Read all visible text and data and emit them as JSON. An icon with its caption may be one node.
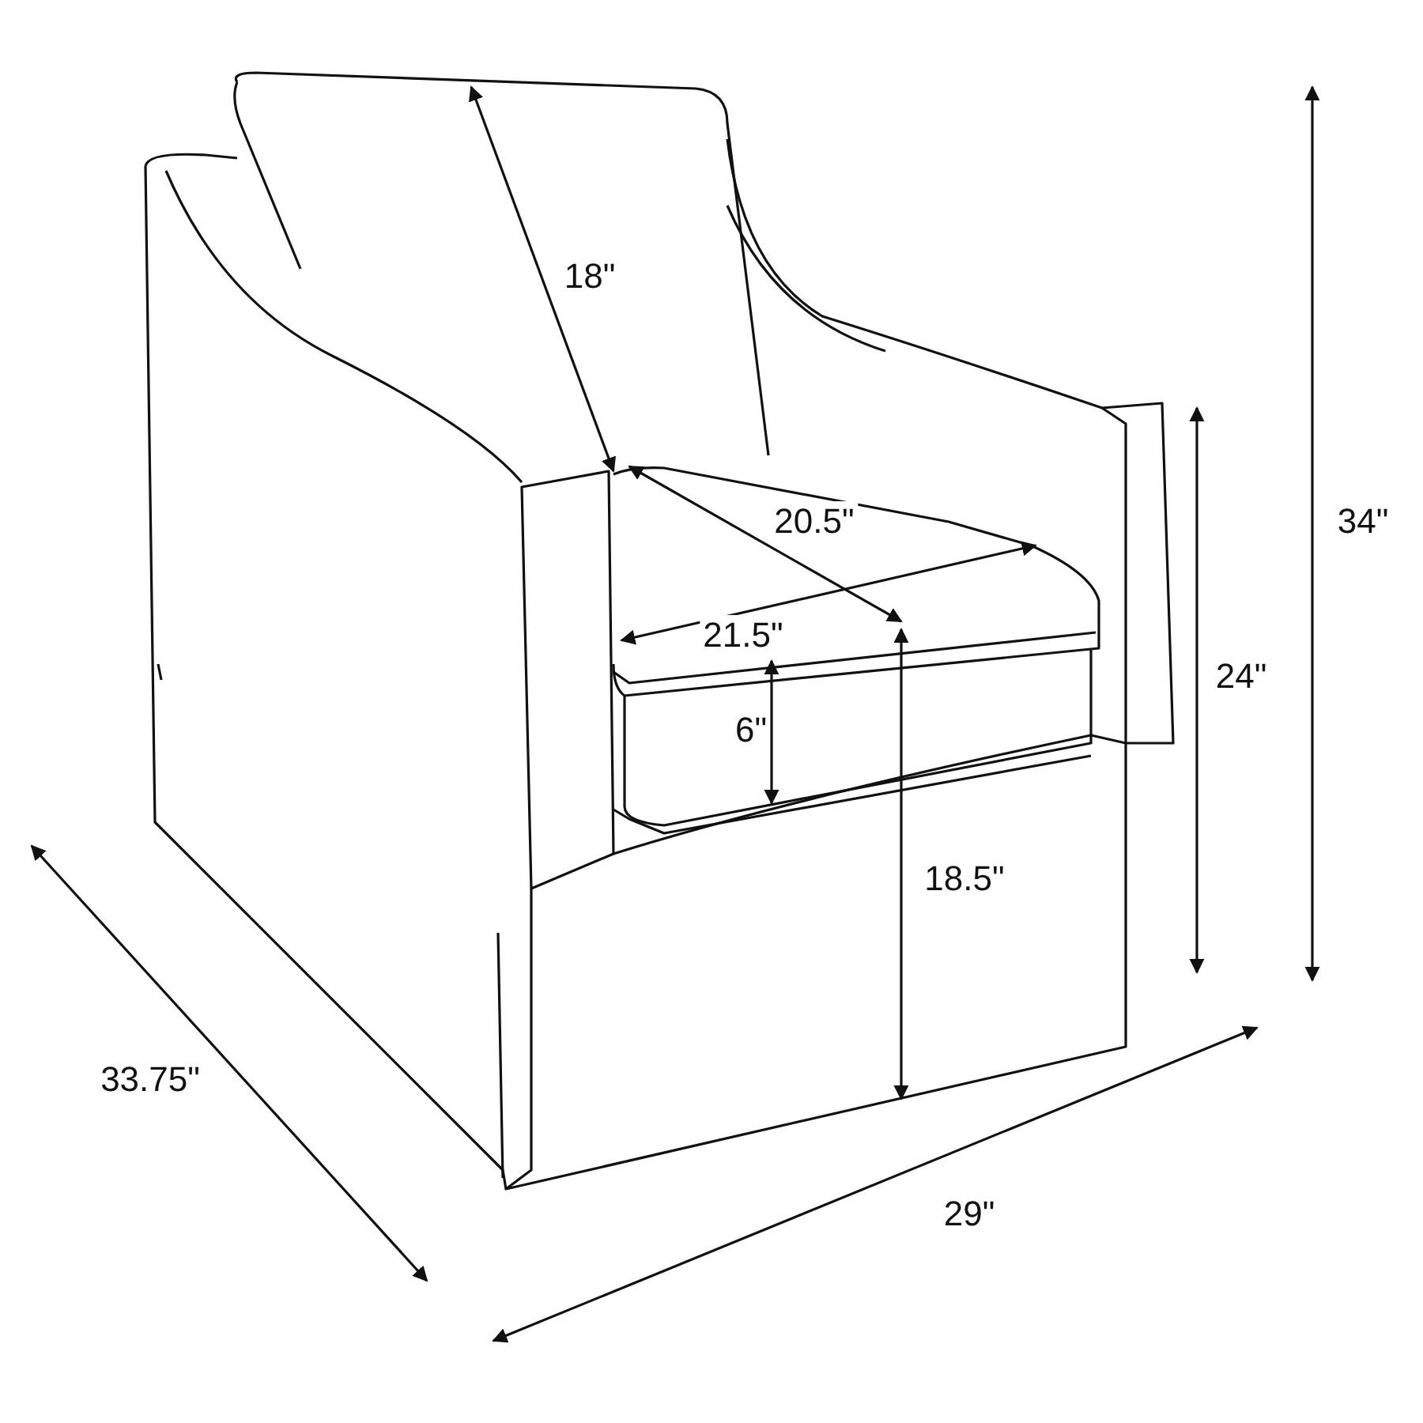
{
  "diagram": {
    "labels": [
      "18\"",
      "34\"",
      "20.5\"",
      "21.5\"",
      "24\"",
      "6\"",
      "18.5\"",
      "33.75\"",
      "29\""
    ]
  }
}
